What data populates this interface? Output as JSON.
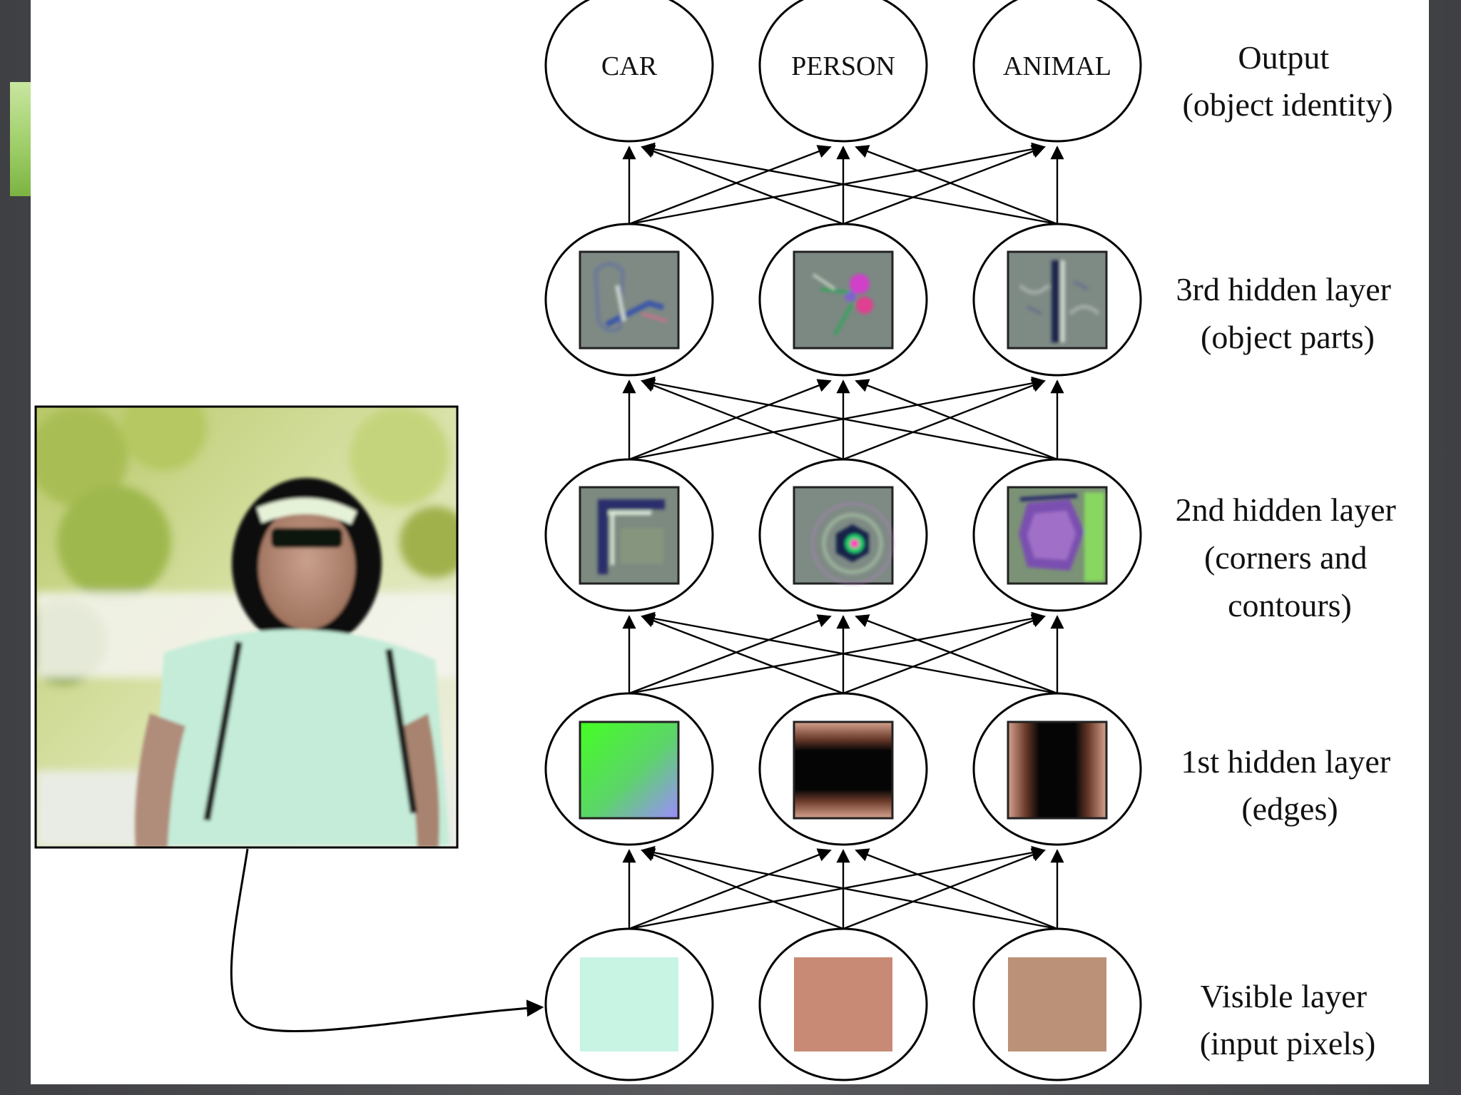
{
  "diagram": {
    "title": "",
    "output_nodes": [
      "CAR",
      "PERSON",
      "ANIMAL"
    ],
    "layers": [
      {
        "id": "output",
        "label": [
          "Output",
          "(object identity)"
        ]
      },
      {
        "id": "hidden3",
        "label": [
          "3rd hidden layer",
          "(object parts)"
        ]
      },
      {
        "id": "hidden2",
        "label": [
          "2nd hidden layer",
          "(corners and",
          "contours)"
        ]
      },
      {
        "id": "hidden1",
        "label": [
          "1st hidden layer",
          "(edges)"
        ]
      },
      {
        "id": "visible",
        "label": [
          "Visible layer",
          "(input pixels)"
        ]
      }
    ],
    "visible_pixel_colors": [
      "#c8f4e4",
      "#c88a74",
      "#bb9278"
    ],
    "edges_colors": [
      "#44ff22",
      "#8c8cff"
    ],
    "input_image": "person-photo"
  }
}
